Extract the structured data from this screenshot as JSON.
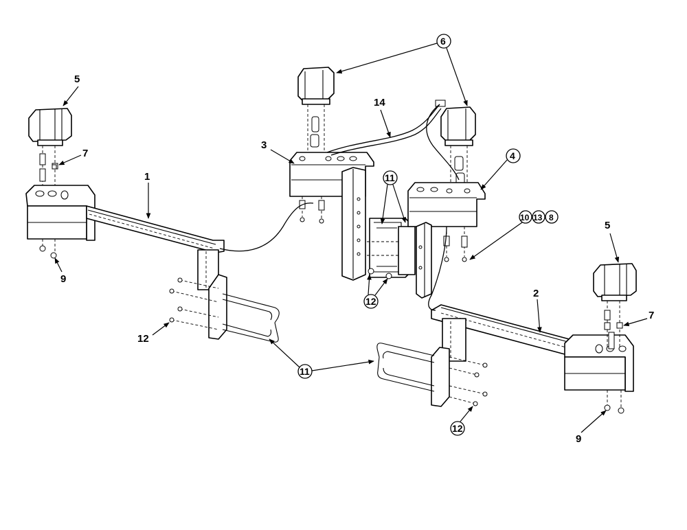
{
  "labels": {
    "p1": "1",
    "p2": "2",
    "p3": "3",
    "p4": "4",
    "p5a": "5",
    "p5b": "5",
    "p6": "6",
    "p7a": "7",
    "p7b": "7",
    "p9a": "9",
    "p9b": "9",
    "p10": "10",
    "p11a": "11",
    "p11b": "11",
    "p12a": "12",
    "p12b": "12",
    "p12c": "12",
    "p13": "13",
    "p8": "8",
    "p14": "14"
  }
}
